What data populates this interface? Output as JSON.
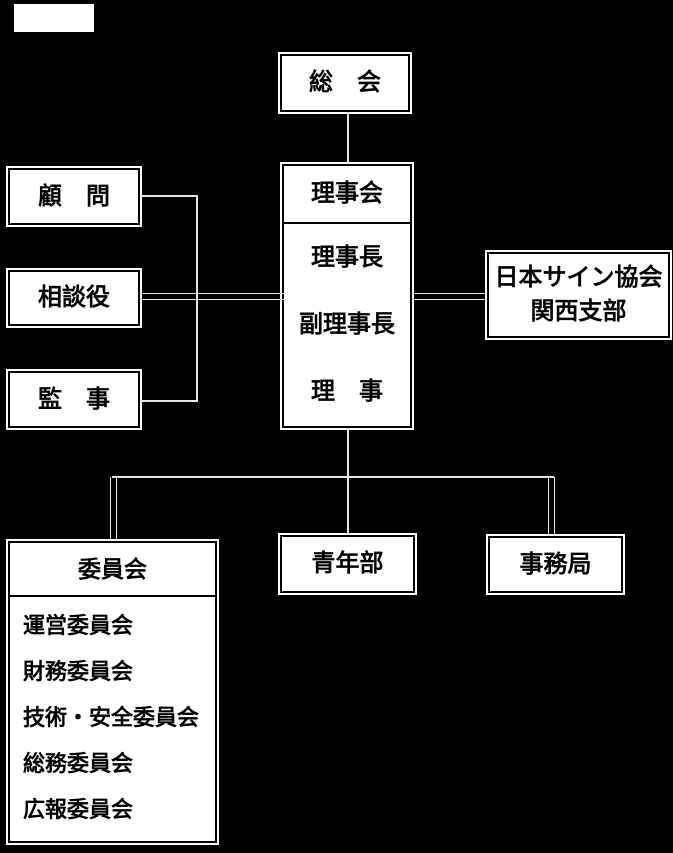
{
  "diagram_type": "organization-chart",
  "colors": {
    "background": "#000000",
    "box_fill": "#ffffff",
    "box_border": "#000000",
    "box_halo": "#ffffff",
    "connector_line": "#e6e6e6",
    "text": "#000000"
  },
  "nodes": {
    "blank_label": "",
    "general_assembly": "総　会",
    "board_header": "理事会",
    "board_members": [
      "理事長",
      "副理事長",
      "理　事"
    ],
    "advisor": "顧　問",
    "counselor": "相談役",
    "auditor": "監　事",
    "affiliate_line1": "日本サイン協会",
    "affiliate_line2": "関西支部",
    "committee_header": "委員会",
    "committees": [
      "運営委員会",
      "財務委員会",
      "技術・安全委員会",
      "総務委員会",
      "広報委員会"
    ],
    "youth_division": "青年部",
    "secretariat": "事務局"
  },
  "edges": [
    {
      "from": "general_assembly",
      "to": "board",
      "style": "single"
    },
    {
      "from": "advisor",
      "to": "board",
      "style": "single-via-bus"
    },
    {
      "from": "counselor",
      "to": "board",
      "style": "double"
    },
    {
      "from": "auditor",
      "to": "board",
      "style": "single-via-bus"
    },
    {
      "from": "board",
      "to": "affiliate",
      "style": "double"
    },
    {
      "from": "board",
      "to": "committee",
      "style": "double-drop"
    },
    {
      "from": "board",
      "to": "youth_division",
      "style": "single"
    },
    {
      "from": "board",
      "to": "secretariat",
      "style": "double-drop"
    }
  ]
}
